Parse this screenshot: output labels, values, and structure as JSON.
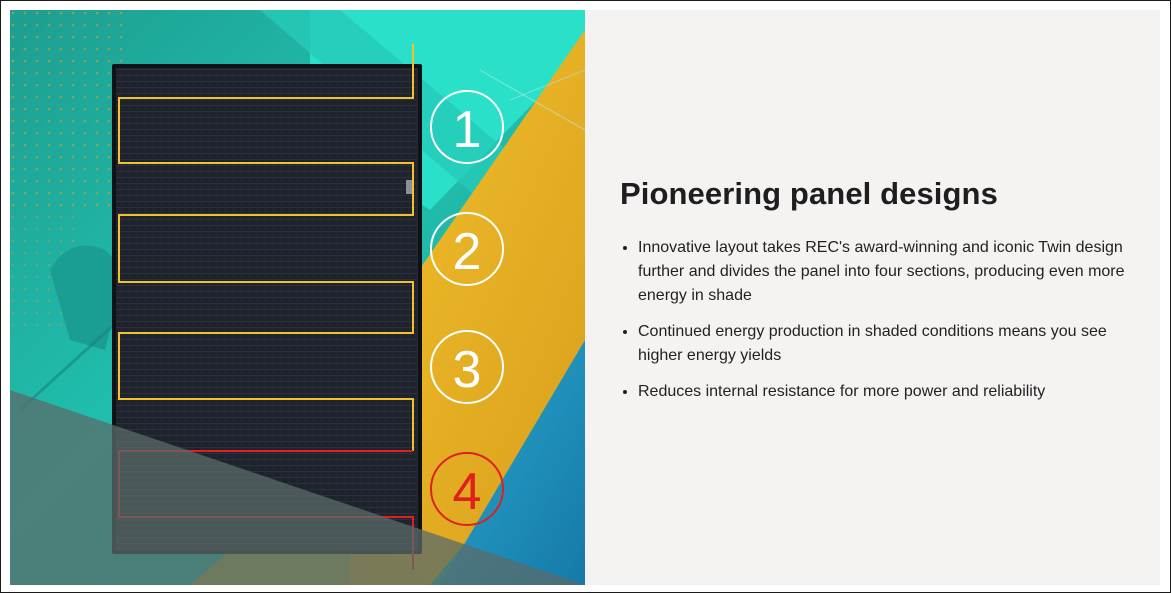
{
  "section": {
    "title": "Pioneering panel designs",
    "bullets": [
      "Innovative layout takes REC's award-winning and iconic Twin design further and divides the panel into four sections, producing even more energy in shade",
      "Continued energy production in shaded conditions means you see higher energy yields",
      "Reduces internal resistance for more power and reliability"
    ]
  },
  "illustration": {
    "section_numbers": [
      "1",
      "2",
      "3",
      "4"
    ],
    "colors": {
      "teal": "#23d6c2",
      "gold": "#e8b324",
      "blue": "#1a8fc0",
      "panel": "#1c1f28",
      "outline_yellow": "#f2c12e",
      "outline_red": "#e0201c",
      "content_bg": "#f5f3f2"
    }
  }
}
